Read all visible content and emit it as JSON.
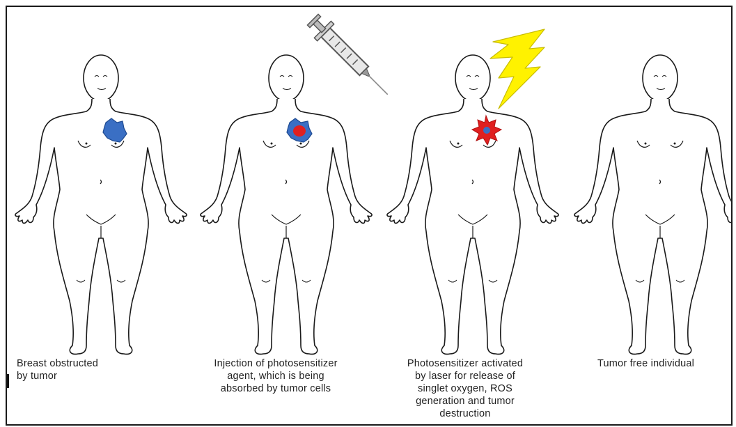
{
  "panels": [
    {
      "id": "tumor",
      "caption": [
        "Breast obstructed",
        "by tumor"
      ]
    },
    {
      "id": "injection",
      "caption": [
        "Injection of photosensitizer",
        "agent, which is being",
        "absorbed by tumor cells"
      ]
    },
    {
      "id": "laser",
      "caption": [
        "Photosensitizer activated",
        "by laser for release of",
        "singlet oxygen, ROS",
        "generation and tumor",
        "destruction"
      ]
    },
    {
      "id": "free",
      "caption": [
        "Tumor free individual"
      ]
    }
  ],
  "colors": {
    "outline": "#1a1a1a",
    "tumor_blue": "#3a6fc4",
    "tumor_red": "#e02020",
    "bolt_yellow": "#fff200",
    "syringe": "#8a8a8a"
  },
  "icons": [
    "syringe-icon",
    "lightning-bolt-icon"
  ]
}
